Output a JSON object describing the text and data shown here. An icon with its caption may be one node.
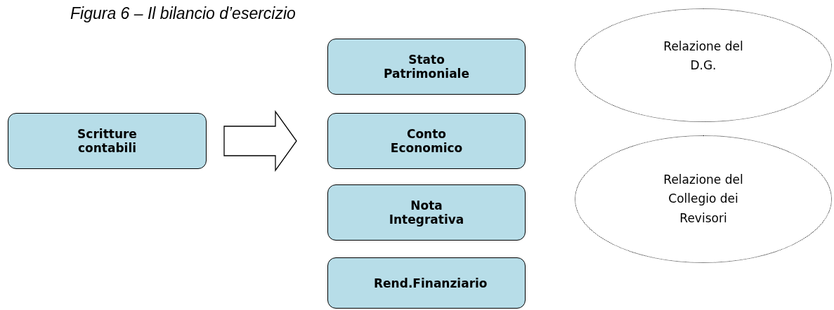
{
  "diagram": {
    "title": "Figura 6 – Il bilancio d’esercizio",
    "nodes": [
      {
        "text": [
          "Scritture contabili"
        ]
      },
      {
        "text": [
          "Stato Patrimoniale"
        ]
      },
      {
        "text": [
          "Conto Economico"
        ]
      },
      {
        "text": [
          "Nota Integrativa"
        ]
      },
      {
        "text": [
          "Rend.Finanziario"
        ]
      },
      {
        "text": [
          "Relazione del D.G."
        ]
      },
      {
        "text": [
          "Relazione del Collegio dei Revisori"
        ]
      }
    ],
    "edges": [
      {
        "from": 0,
        "to": 2,
        "arrow": "to",
        "style": "thick"
      }
    ]
  }
}
